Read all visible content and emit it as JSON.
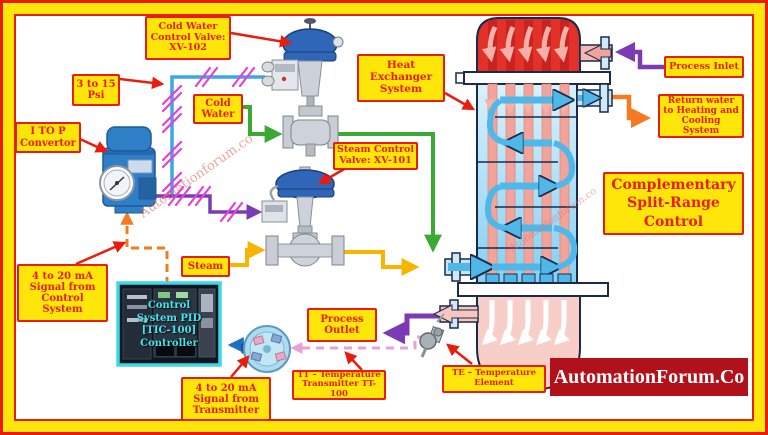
{
  "title_text": "Complementary\nSplit-Range\nControl",
  "labels": {
    "cold_water_valve": {
      "text": "Cold Water\nControl Valve:\nXV-102"
    },
    "pressure_range": {
      "text": "3 to 15\nPsi"
    },
    "cold_water": {
      "text": "Cold\nWater"
    },
    "i_to_p": {
      "text": "I TO P\nConvertor"
    },
    "heat_exchanger": {
      "text": "Heat\nExchanger\nSystem"
    },
    "process_inlet": {
      "text": "Process Inlet"
    },
    "return_water": {
      "text": "Return water\nto Heating and\nCooling System"
    },
    "steam_valve": {
      "text": "Steam Control\nValve: XV-101"
    },
    "signal_control": {
      "text": "4 to 20 mA\nSignal from\nControl\nSystem"
    },
    "steam": {
      "text": "Steam"
    },
    "controller": {
      "text": "Control\nSystem PID\n[TIC-100]\nController"
    },
    "signal_transmitter": {
      "text": "4 to 20 mA\nSignal from\nTransmitter"
    },
    "process_outlet": {
      "text": "Process\nOutlet"
    },
    "tt": {
      "text": "TT – Temperature\nTransmitter TT-100"
    },
    "te": {
      "text": "TE – Temperature\nElement"
    }
  },
  "watermark": {
    "text": "Automationforum.co"
  },
  "logo": {
    "text": "AutomationForum.Co"
  },
  "colors": {
    "frame_red": "#ea1c0d",
    "frame_yellow": "#ffe60a",
    "label_fill": "#ffe60a",
    "label_text": "#ea1c0d",
    "pneumatic_line": "#38a8e8",
    "slash_marks": "#e340dd",
    "purple_line": "#7a3bb5",
    "orange_signal": "#f47b20",
    "steam_line": "#f7b500",
    "cold_water_line": "#3aaa35",
    "pink_signal": "#e8a0d8",
    "blue_signal": "#1d6fc0",
    "exchanger_hot": "#e23128",
    "exchanger_shell": "#bfe6f8",
    "exchanger_tubes": "#f2a49b",
    "flow_arrows": "#4fb8e8",
    "bottom_dome": "#f8cfc8",
    "logo_bg": "#b0111b",
    "panel_cyan": "#3fd6e8"
  }
}
